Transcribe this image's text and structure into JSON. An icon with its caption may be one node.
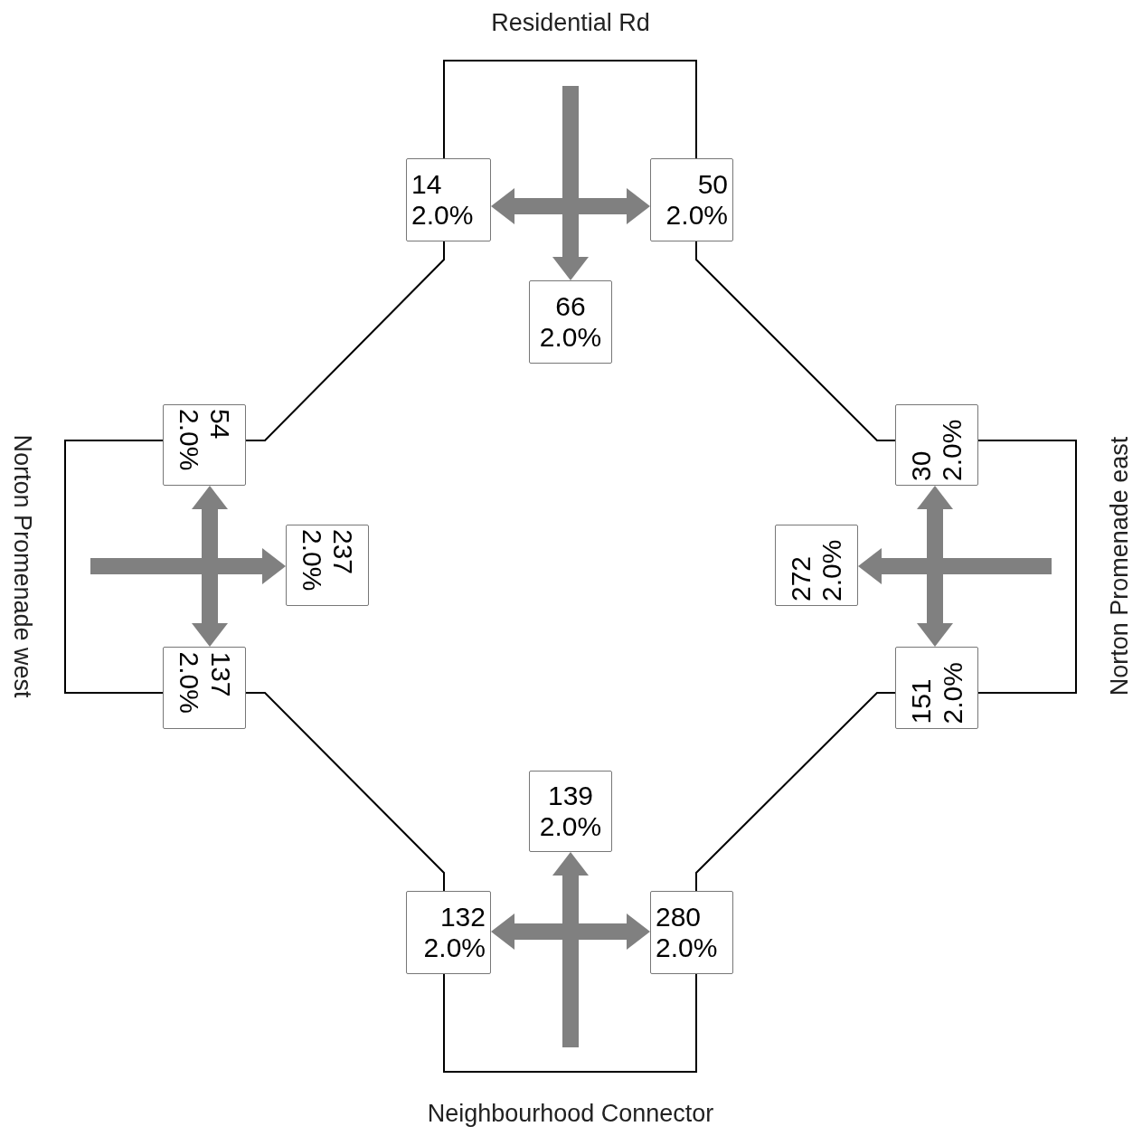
{
  "diagram": {
    "nodes": [
      {
        "text": [
          "14",
          "2.0%"
        ]
      },
      {
        "text": [
          "50",
          "2.0%"
        ]
      },
      {
        "text": [
          "66",
          "2.0%"
        ]
      },
      {
        "text": [
          "54",
          "2.0%"
        ]
      },
      {
        "text": [
          "237",
          "2.0%"
        ]
      },
      {
        "text": [
          "137",
          "2.0%"
        ]
      },
      {
        "text": [
          "30",
          "2.0%"
        ]
      },
      {
        "text": [
          "272",
          "2.0%"
        ]
      },
      {
        "text": [
          "151",
          "2.0%"
        ]
      },
      {
        "text": [
          "139",
          "2.0%"
        ]
      },
      {
        "text": [
          "132",
          "2.0%"
        ]
      },
      {
        "text": [
          "280",
          "2.0%"
        ]
      }
    ],
    "edges": [
      {
        "from": null,
        "to": 0,
        "arrow": "to"
      },
      {
        "from": null,
        "to": 2,
        "arrow": "to"
      },
      {
        "from": null,
        "to": 1,
        "arrow": "to"
      },
      {
        "from": null,
        "to": 3,
        "arrow": "to"
      },
      {
        "from": null,
        "to": 4,
        "arrow": "to"
      },
      {
        "from": null,
        "to": 5,
        "arrow": "to"
      },
      {
        "from": null,
        "to": 6,
        "arrow": "to"
      },
      {
        "from": null,
        "to": 7,
        "arrow": "to"
      },
      {
        "from": null,
        "to": 8,
        "arrow": "to"
      },
      {
        "from": null,
        "to": 9,
        "arrow": "to"
      },
      {
        "from": null,
        "to": 10,
        "arrow": "to"
      },
      {
        "from": null,
        "to": 11,
        "arrow": "to"
      }
    ],
    "labels": [
      "Residential Rd",
      "Norton Promenade west",
      "Norton Promenade east",
      "Neighbourhood Connector"
    ]
  }
}
